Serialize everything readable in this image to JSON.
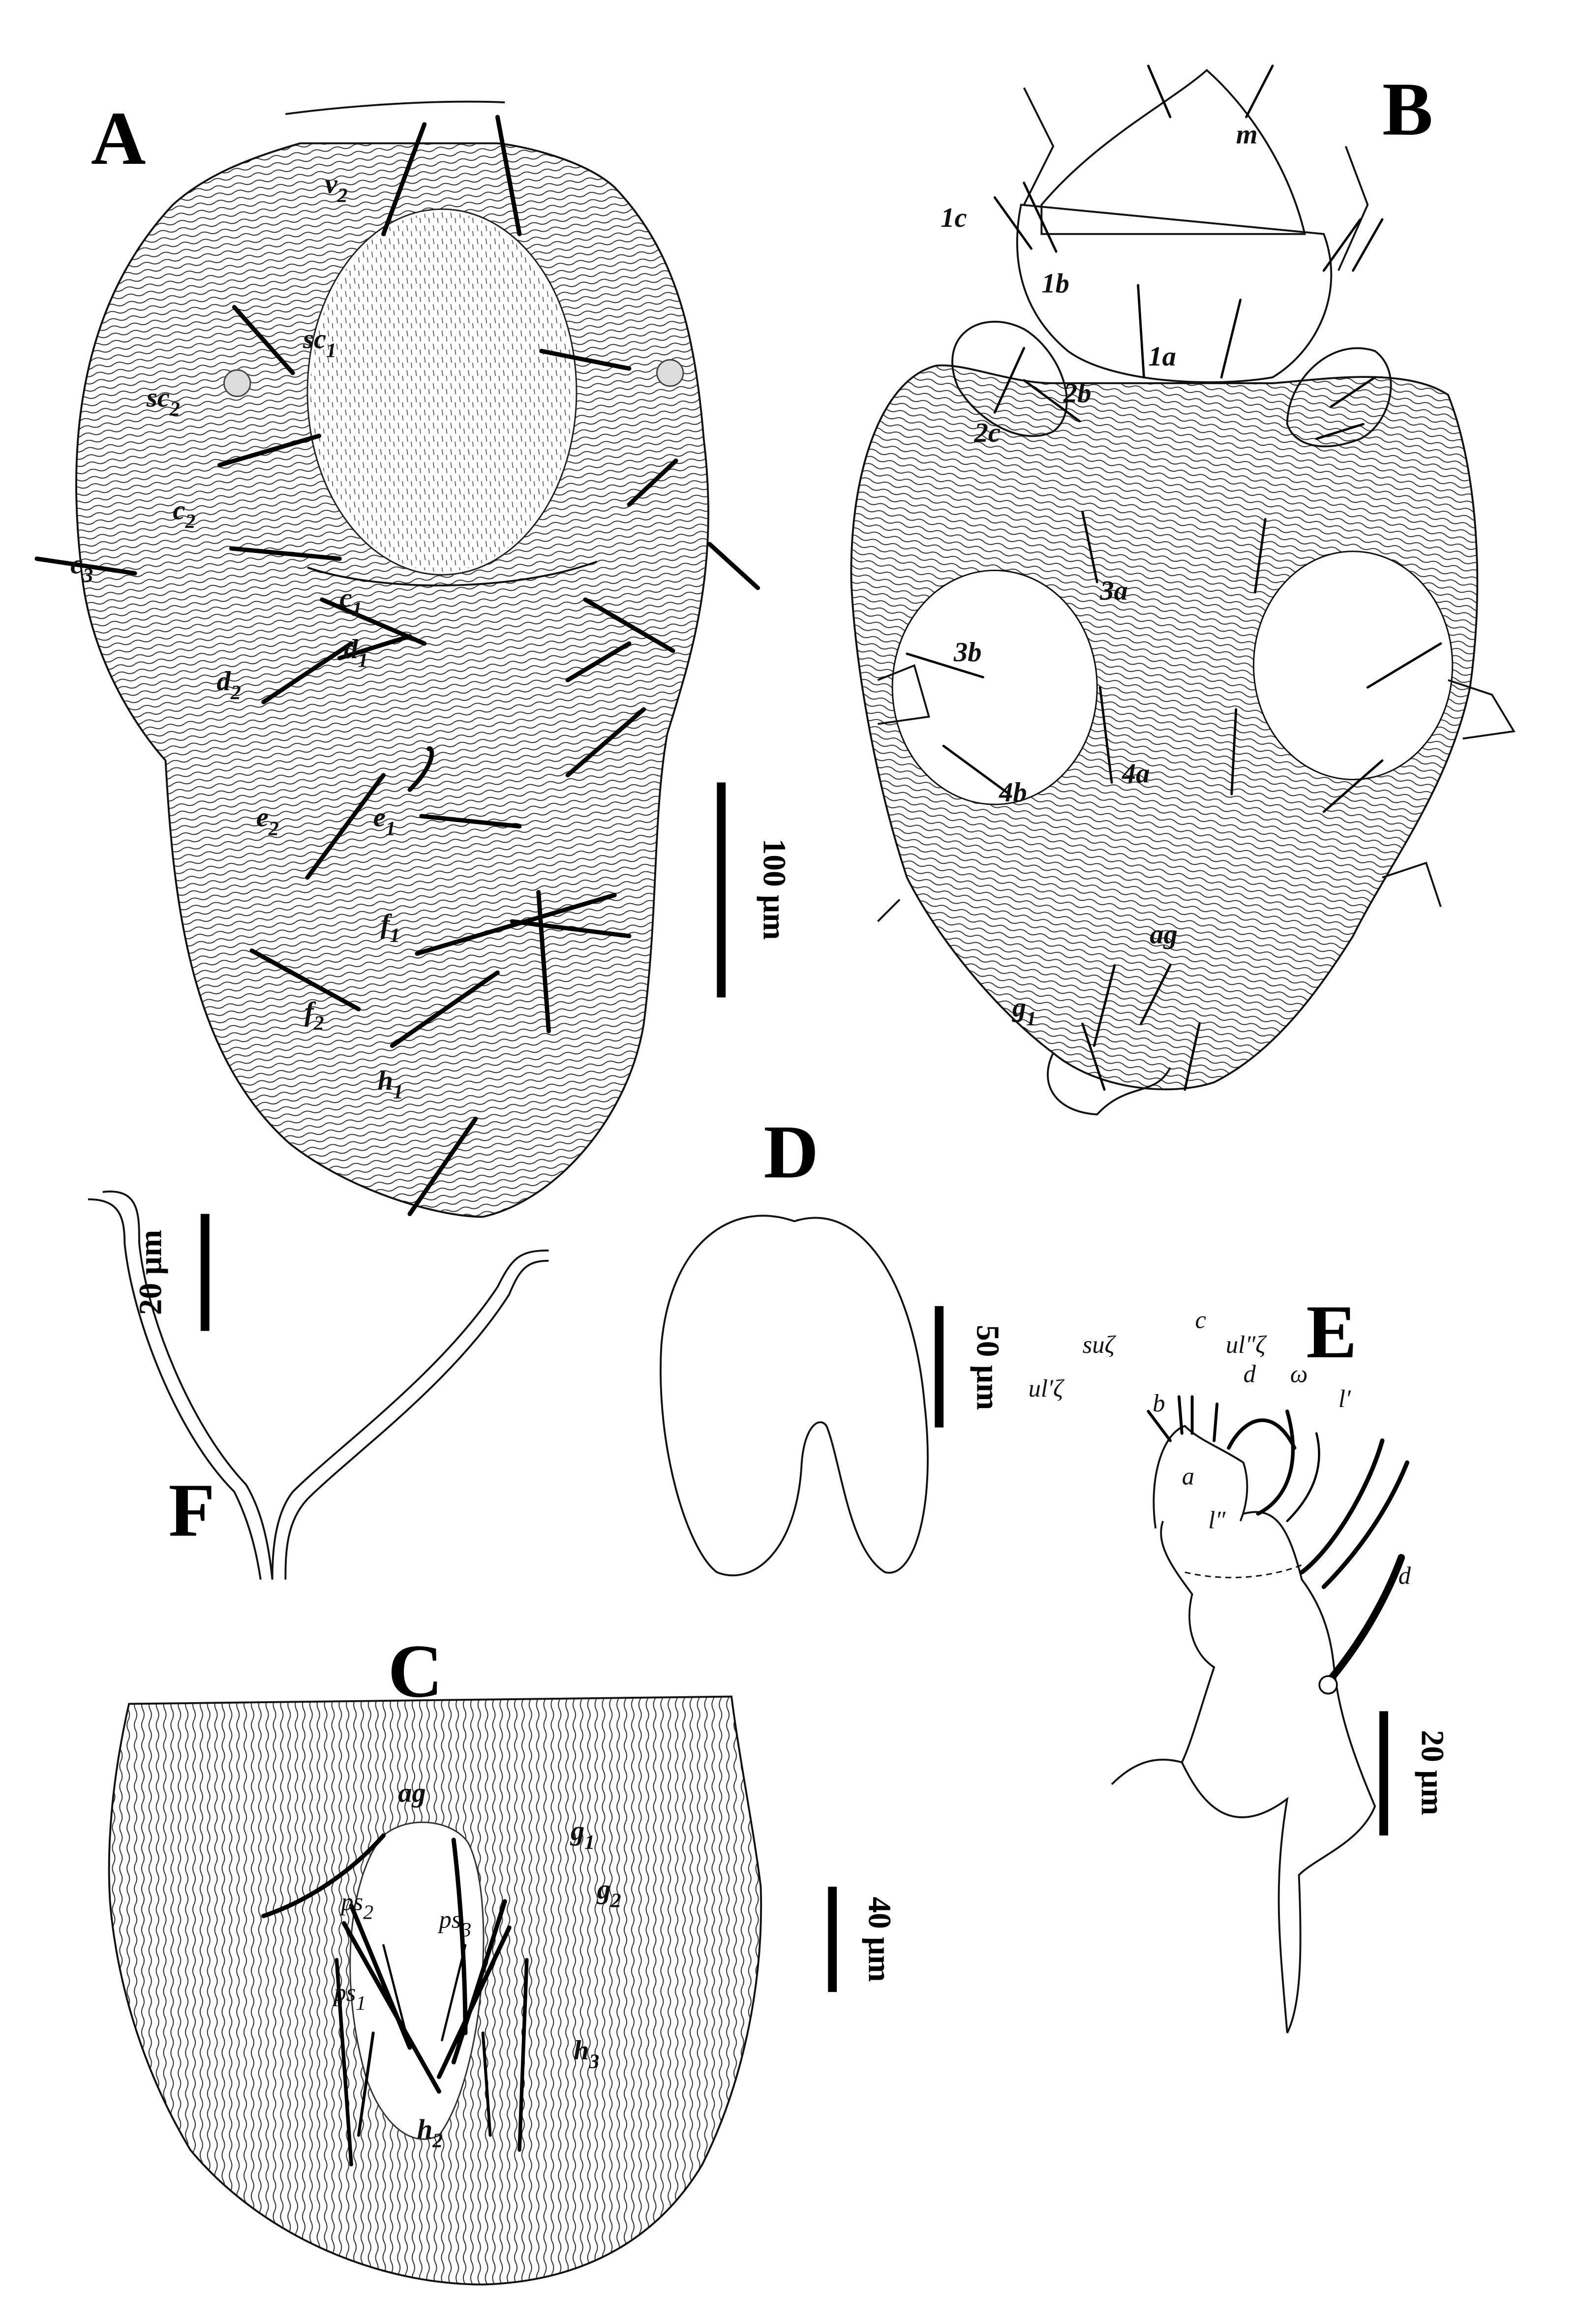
{
  "figure": {
    "panels": {
      "A": {
        "letter": "A",
        "scale_bar": "100 μm",
        "setae": [
          {
            "base": "v",
            "sub": "2"
          },
          {
            "base": "sc",
            "sub": "1"
          },
          {
            "base": "sc",
            "sub": "2"
          },
          {
            "base": "c",
            "sub": "2"
          },
          {
            "base": "c",
            "sub": "3"
          },
          {
            "base": "c",
            "sub": "1"
          },
          {
            "base": "d",
            "sub": "1"
          },
          {
            "base": "d",
            "sub": "2"
          },
          {
            "base": "e",
            "sub": "2"
          },
          {
            "base": "e",
            "sub": "1"
          },
          {
            "base": "f",
            "sub": "1"
          },
          {
            "base": "f",
            "sub": "2"
          },
          {
            "base": "h",
            "sub": "1"
          }
        ]
      },
      "B": {
        "letter": "B",
        "setae": [
          {
            "base": "m",
            "sub": ""
          },
          {
            "base": "1c",
            "sub": ""
          },
          {
            "base": "1b",
            "sub": ""
          },
          {
            "base": "1a",
            "sub": ""
          },
          {
            "base": "2b",
            "sub": ""
          },
          {
            "base": "2c",
            "sub": ""
          },
          {
            "base": "3a",
            "sub": ""
          },
          {
            "base": "3b",
            "sub": ""
          },
          {
            "base": "4b",
            "sub": ""
          },
          {
            "base": "4a",
            "sub": ""
          },
          {
            "base": "ag",
            "sub": ""
          },
          {
            "base": "g",
            "sub": "1"
          }
        ]
      },
      "C": {
        "letter": "C",
        "scale_bar": "40 μm",
        "setae": [
          {
            "base": "ag",
            "sub": ""
          },
          {
            "base": "g",
            "sub": "1"
          },
          {
            "base": "g",
            "sub": "2"
          },
          {
            "base": "ps",
            "sub": "2"
          },
          {
            "base": "ps",
            "sub": "3"
          },
          {
            "base": "ps",
            "sub": "1"
          },
          {
            "base": "h",
            "sub": "3"
          },
          {
            "base": "h",
            "sub": "2"
          }
        ]
      },
      "D": {
        "letter": "D",
        "scale_bar": "50 μm"
      },
      "E": {
        "letter": "E",
        "scale_bar": "20 μm",
        "setae": [
          {
            "base": "suζ",
            "sub": ""
          },
          {
            "base": "c",
            "sub": ""
          },
          {
            "base": "ul″ζ",
            "sub": ""
          },
          {
            "base": "ul′ζ",
            "sub": ""
          },
          {
            "base": "b",
            "sub": ""
          },
          {
            "base": "d",
            "sub": ""
          },
          {
            "base": "ω",
            "sub": ""
          },
          {
            "base": "l′",
            "sub": ""
          },
          {
            "base": "a",
            "sub": ""
          },
          {
            "base": "l″",
            "sub": ""
          },
          {
            "base": "d",
            "sub": ""
          }
        ]
      },
      "F": {
        "letter": "F",
        "scale_bar": "20 μm"
      }
    }
  }
}
